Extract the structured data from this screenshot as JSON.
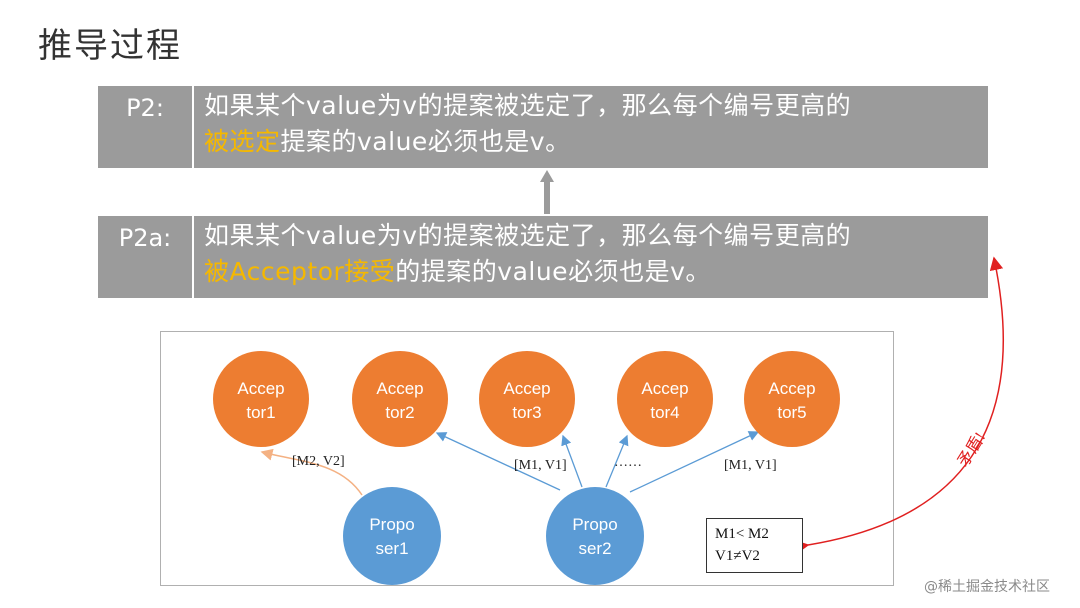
{
  "page_title": "推导过程",
  "statements": [
    {
      "tag": "P2:",
      "line1": "如果某个value为v的提案被选定了，那么每个编号更高的",
      "line2_highlight": "被选定",
      "line2_rest": "提案的value必须也是v。"
    },
    {
      "tag": "P2a:",
      "line1": "如果某个value为v的提案被选定了，那么每个编号更高的",
      "line2_highlight": "被Acceptor接受",
      "line2_rest": "的提案的value必须也是v。"
    }
  ],
  "diagram": {
    "acceptors": [
      {
        "line1": "Accep",
        "line2": "tor1"
      },
      {
        "line1": "Accep",
        "line2": "tor2"
      },
      {
        "line1": "Accep",
        "line2": "tor3"
      },
      {
        "line1": "Accep",
        "line2": "tor4"
      },
      {
        "line1": "Accep",
        "line2": "tor5"
      }
    ],
    "proposers": [
      {
        "line1": "Propo",
        "line2": "ser1"
      },
      {
        "line1": "Propo",
        "line2": "ser2"
      }
    ],
    "edge_labels": {
      "p1_a1": "[M2, V2]",
      "p2_a3": "[M1, V1]",
      "ellipsis": "……",
      "p2_a5": "[M1, V1]"
    },
    "condition_box": {
      "line1": "M1< M2",
      "line2": "V1≠V2"
    },
    "contradiction_label": "矛盾!"
  },
  "colors": {
    "acceptor": "#ed7d31",
    "proposer": "#5b9bd5",
    "statement_bg": "#9b9b9b",
    "highlight": "#f5b800",
    "red_arrow": "#e02020",
    "blue_edge": "#5b9bd5",
    "orange_edge": "#f4b183"
  },
  "watermark": "@稀土掘金技术社区"
}
